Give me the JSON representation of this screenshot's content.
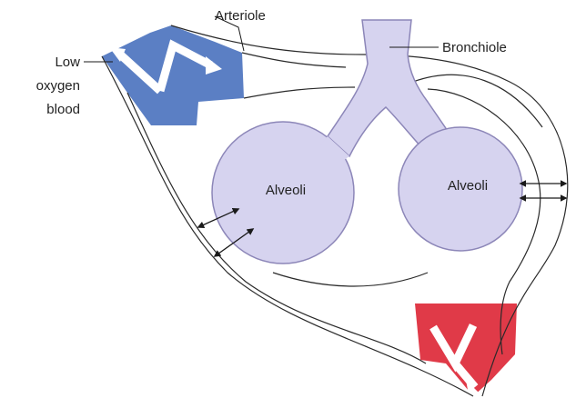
{
  "labels": {
    "arteriole": "Arteriole",
    "bronchiole": "Bronchiole",
    "low_oxygen_blood": [
      "Low",
      "oxygen",
      "blood"
    ],
    "alveoli_left": "Alveoli",
    "alveoli_right": "Alveoli"
  },
  "colors": {
    "low_oxygen": "#5b7fc4",
    "high_oxygen": "#e03a48",
    "airway": "#d6d3ef",
    "airway_stroke": "#8c86b8",
    "outline": "#2a2a2a"
  }
}
